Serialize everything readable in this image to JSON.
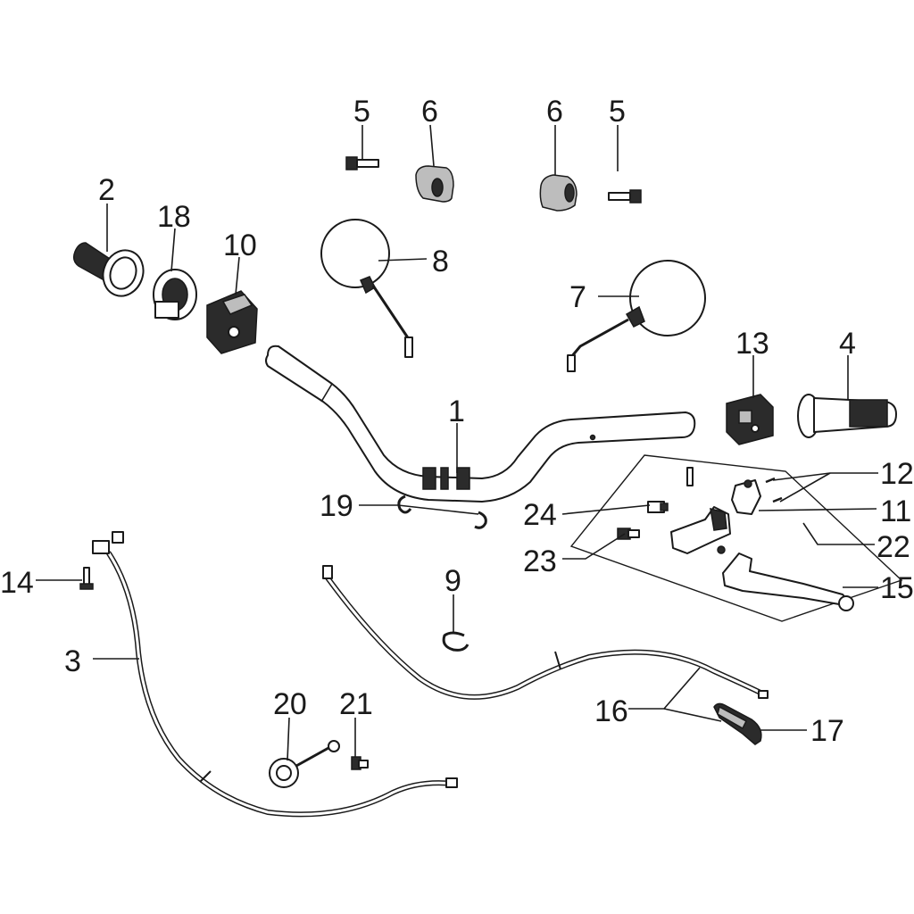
{
  "callouts": {
    "c1": "1",
    "c2": "2",
    "c3": "3",
    "c4": "4",
    "c5a": "5",
    "c5b": "5",
    "c6a": "6",
    "c6b": "6",
    "c7": "7",
    "c8": "8",
    "c9": "9",
    "c10": "10",
    "c11": "11",
    "c12": "12",
    "c13": "13",
    "c14": "14",
    "c15": "15",
    "c16": "16",
    "c17": "17",
    "c18": "18",
    "c19": "19",
    "c20": "20",
    "c21": "21",
    "c22": "22",
    "c23": "23",
    "c24": "24"
  }
}
